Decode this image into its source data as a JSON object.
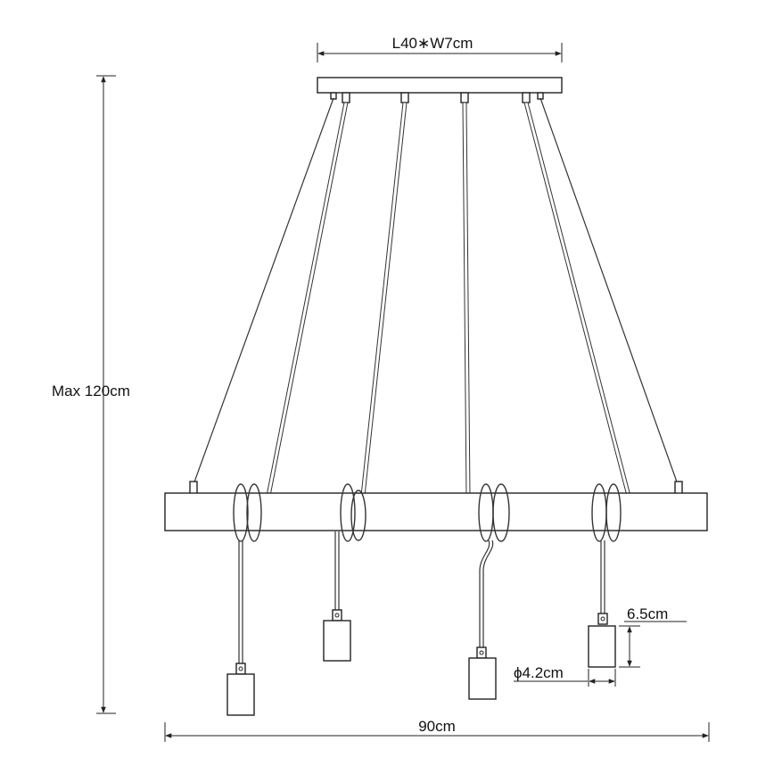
{
  "labels": {
    "canopy_size": "L40∗W7cm",
    "max_height": "Max 120cm",
    "total_width": "90cm",
    "socket_height": "6.5cm",
    "socket_diameter": "ϕ4.2cm"
  },
  "colors": {
    "line": "#222222",
    "background": "#ffffff"
  }
}
